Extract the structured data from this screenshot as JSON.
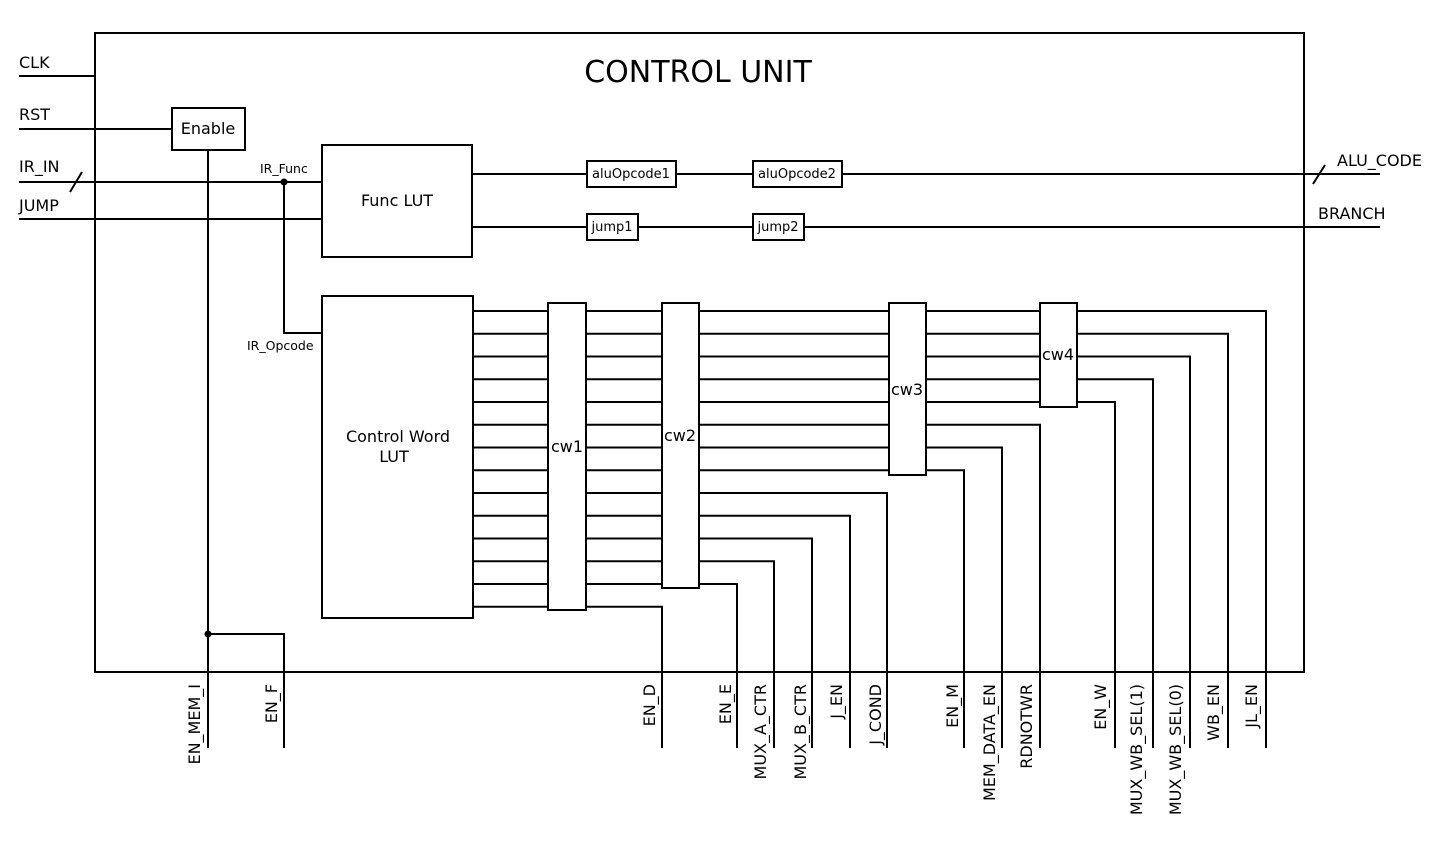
{
  "title": "CONTROL UNIT",
  "inputs": {
    "clk": "CLK",
    "rst": "RST",
    "ir_in": "IR_IN",
    "jump": "JUMP"
  },
  "outputs_right": {
    "alu_code": "ALU_CODE",
    "branch": "BRANCH"
  },
  "blocks": {
    "enable": "Enable",
    "func_lut": "Func LUT",
    "control_word_lut_line1": "Control Word",
    "control_word_lut_line2": "LUT"
  },
  "internal_labels": {
    "ir_func": "IR_Func",
    "ir_opcode": "IR_Opcode"
  },
  "registers": {
    "alu_opcode1": "aluOpcode1",
    "alu_opcode2": "aluOpcode2",
    "jump1": "jump1",
    "jump2": "jump2",
    "cw1": "cw1",
    "cw2": "cw2",
    "cw3": "cw3",
    "cw4": "cw4"
  },
  "bottom_outputs": [
    "EN_MEM_I",
    "EN_F",
    "EN_D",
    "EN_E",
    "MUX_A_CTR",
    "MUX_B_CTR",
    "J_EN",
    "J_COND",
    "EN_M",
    "MEM_DATA_EN",
    "RDNOTWR",
    "EN_W",
    "MUX_WB_SEL(1)",
    "MUX_WB_SEL(0)",
    "WB_EN",
    "JL_EN"
  ]
}
